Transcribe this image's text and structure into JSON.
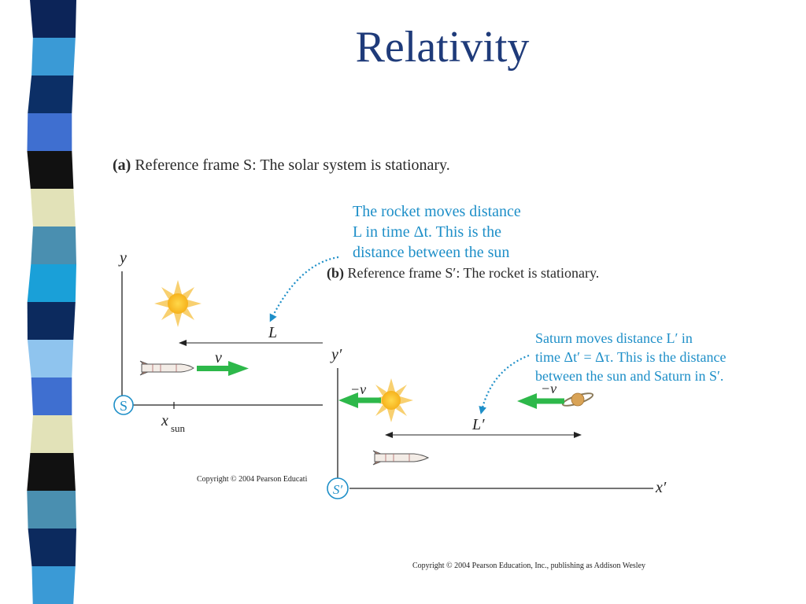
{
  "slide": {
    "title": "Relativity",
    "footer_copyright": "Copyright © 2004 Pearson Education, Inc., publishing as Addison Wesley",
    "stripe_colors": [
      "#0c2458",
      "#3a9ad6",
      "#0c2f66",
      "#3f6fd0",
      "#111111",
      "#e2e2b8",
      "#4a8fb0",
      "#1aa0d8",
      "#0c2a5e",
      "#8fc4ee",
      "#3f6fd0",
      "#e2e2b8",
      "#111111",
      "#4a8fb0",
      "#0c2a5e",
      "#3a9ad6"
    ]
  },
  "panel_a": {
    "label_letter": "(a)",
    "caption": " Reference frame S: The solar system is stationary.",
    "annotation": [
      "The rocket moves distance",
      "L in time Δt. This is the",
      "distance between the sun"
    ],
    "axis_y": "y",
    "origin_label": "S",
    "length_label": "L",
    "velocity_label": "v",
    "x_sun_label": "x",
    "x_sun_sub": "sun",
    "copyright": "Copyright © 2004 Pearson Educati"
  },
  "panel_b": {
    "label_letter": "(b)",
    "caption": " Reference frame S′: The rocket is stationary.",
    "annotation": [
      "Saturn moves distance L′ in",
      "time Δt′ = Δτ. This is the distance",
      "between the sun and Saturn in S′."
    ],
    "axis_y": "y′",
    "axis_x": "x′",
    "origin_label": "S′",
    "length_label": "L′",
    "sun_velocity_label": "−v",
    "saturn_velocity_label": "−v"
  },
  "colors": {
    "title": "#1f3b7a",
    "annotation": "#1e8fc8",
    "arrow": "#2db84a",
    "sun": "#f8c830",
    "axis": "#222222"
  },
  "icons": [
    "sun-icon",
    "rocket-icon",
    "saturn-icon"
  ]
}
